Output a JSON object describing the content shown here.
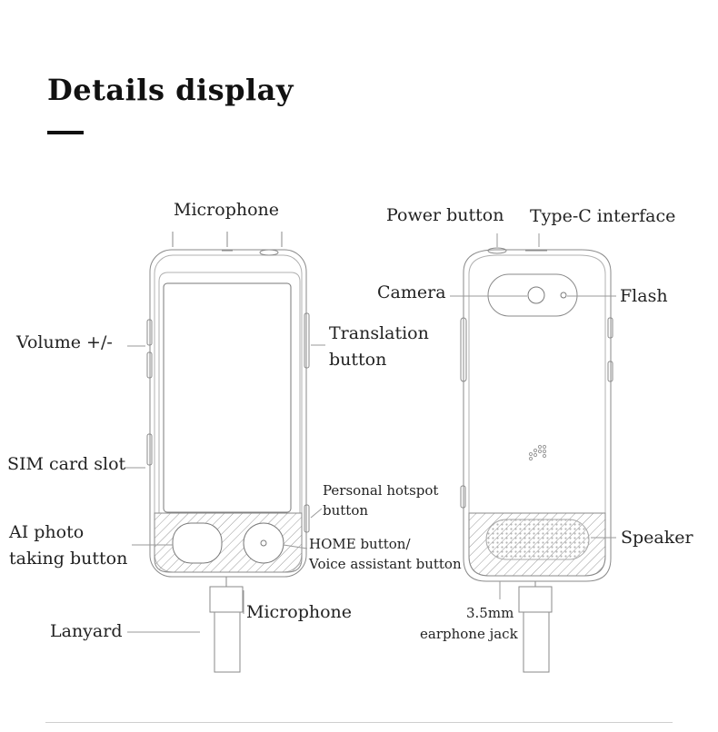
{
  "title": "Details display",
  "colors": {
    "line": "#8a8a8a",
    "text": "#222222",
    "accent": "#111111"
  },
  "labels": {
    "microphone_top": "Microphone",
    "volume": "Volume +/-",
    "translation_line1": "Translation",
    "translation_line2": "button",
    "sim_card_slot": "SIM card slot",
    "personal_hotspot_line1": "Personal hotspot",
    "personal_hotspot_line2": "button",
    "ai_photo_line1": "AI photo",
    "ai_photo_line2": "taking button",
    "home_line1": "HOME button/",
    "home_line2": "Voice assistant button",
    "microphone_bottom": "Microphone",
    "lanyard": "Lanyard",
    "power_button": "Power button",
    "type_c": "Type-C interface",
    "camera": "Camera",
    "flash": "Flash",
    "speaker": "Speaker",
    "earphone_line1": "3.5mm",
    "earphone_line2": "earphone jack"
  }
}
